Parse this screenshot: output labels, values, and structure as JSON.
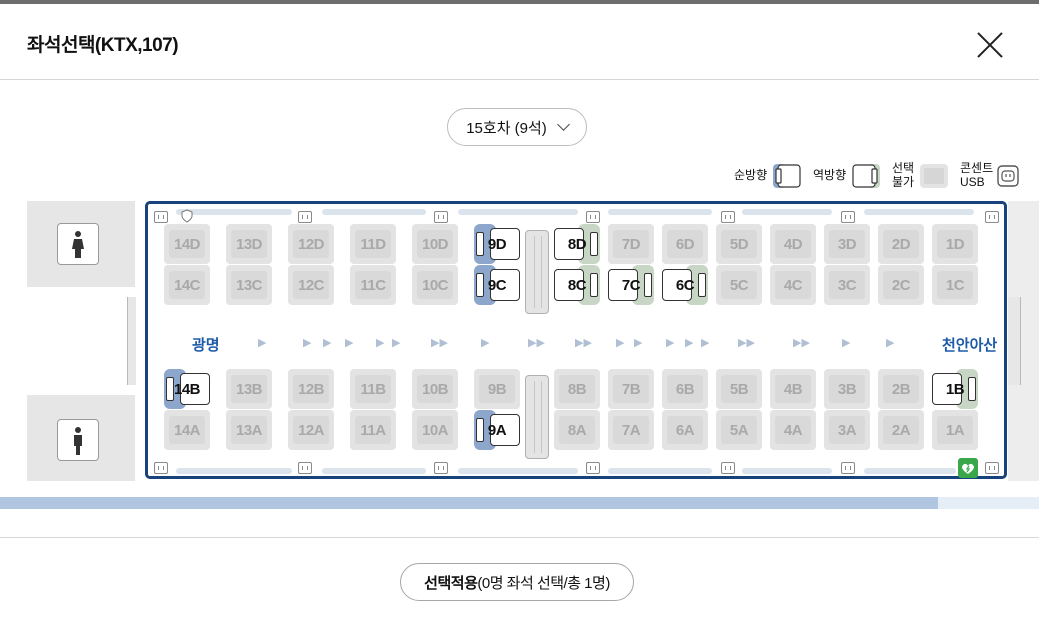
{
  "header": {
    "title": "좌석선택(KTX,107)"
  },
  "car_selector": {
    "label": "15호차 (9석)"
  },
  "legend": {
    "forward": "순방향",
    "backward": "역방향",
    "unavailable": "선택\n불가",
    "outlet": "콘센트\nUSB"
  },
  "stations": {
    "left": "광명",
    "right": "천안아산"
  },
  "seats": {
    "row_d": [
      {
        "label": "14D",
        "state": "na"
      },
      {
        "label": "13D",
        "state": "na"
      },
      {
        "label": "12D",
        "state": "na"
      },
      {
        "label": "11D",
        "state": "na"
      },
      {
        "label": "10D",
        "state": "na"
      },
      {
        "label": "9D",
        "state": "avail",
        "dir": "fwd"
      },
      {
        "label": "8D",
        "state": "avail",
        "dir": "bwd"
      },
      {
        "label": "7D",
        "state": "na"
      },
      {
        "label": "6D",
        "state": "na"
      },
      {
        "label": "5D",
        "state": "na"
      },
      {
        "label": "4D",
        "state": "na"
      },
      {
        "label": "3D",
        "state": "na"
      },
      {
        "label": "2D",
        "state": "na"
      },
      {
        "label": "1D",
        "state": "na"
      }
    ],
    "row_c": [
      {
        "label": "14C",
        "state": "na"
      },
      {
        "label": "13C",
        "state": "na"
      },
      {
        "label": "12C",
        "state": "na"
      },
      {
        "label": "11C",
        "state": "na"
      },
      {
        "label": "10C",
        "state": "na"
      },
      {
        "label": "9C",
        "state": "avail",
        "dir": "fwd"
      },
      {
        "label": "8C",
        "state": "avail",
        "dir": "bwd"
      },
      {
        "label": "7C",
        "state": "avail",
        "dir": "bwd"
      },
      {
        "label": "6C",
        "state": "avail",
        "dir": "bwd"
      },
      {
        "label": "5C",
        "state": "na"
      },
      {
        "label": "4C",
        "state": "na"
      },
      {
        "label": "3C",
        "state": "na"
      },
      {
        "label": "2C",
        "state": "na"
      },
      {
        "label": "1C",
        "state": "na"
      }
    ],
    "row_b": [
      {
        "label": "14B",
        "state": "avail",
        "dir": "fwd"
      },
      {
        "label": "13B",
        "state": "na"
      },
      {
        "label": "12B",
        "state": "na"
      },
      {
        "label": "11B",
        "state": "na"
      },
      {
        "label": "10B",
        "state": "na"
      },
      {
        "label": "9B",
        "state": "na"
      },
      {
        "label": "8B",
        "state": "na"
      },
      {
        "label": "7B",
        "state": "na"
      },
      {
        "label": "6B",
        "state": "na"
      },
      {
        "label": "5B",
        "state": "na"
      },
      {
        "label": "4B",
        "state": "na"
      },
      {
        "label": "3B",
        "state": "na"
      },
      {
        "label": "2B",
        "state": "na"
      },
      {
        "label": "1B",
        "state": "avail",
        "dir": "bwd"
      }
    ],
    "row_a": [
      {
        "label": "14A",
        "state": "na"
      },
      {
        "label": "13A",
        "state": "na"
      },
      {
        "label": "12A",
        "state": "na"
      },
      {
        "label": "11A",
        "state": "na"
      },
      {
        "label": "10A",
        "state": "na"
      },
      {
        "label": "9A",
        "state": "avail",
        "dir": "fwd"
      },
      {
        "label": "8A",
        "state": "na"
      },
      {
        "label": "7A",
        "state": "na"
      },
      {
        "label": "6A",
        "state": "na"
      },
      {
        "label": "5A",
        "state": "na"
      },
      {
        "label": "4A",
        "state": "na"
      },
      {
        "label": "3A",
        "state": "na"
      },
      {
        "label": "2A",
        "state": "na"
      },
      {
        "label": "1A",
        "state": "na"
      }
    ]
  },
  "colors": {
    "forward": "#8da6cc",
    "backward": "#c8d6c6",
    "unavailable": "#e3e3e3",
    "border": "#17427b",
    "station": "#1e5aa8"
  },
  "progress": {
    "fraction": 0.903
  },
  "footer": {
    "apply_bold": "선택적용",
    "apply_detail": "(0명 좌석 선택/총 1명)"
  }
}
